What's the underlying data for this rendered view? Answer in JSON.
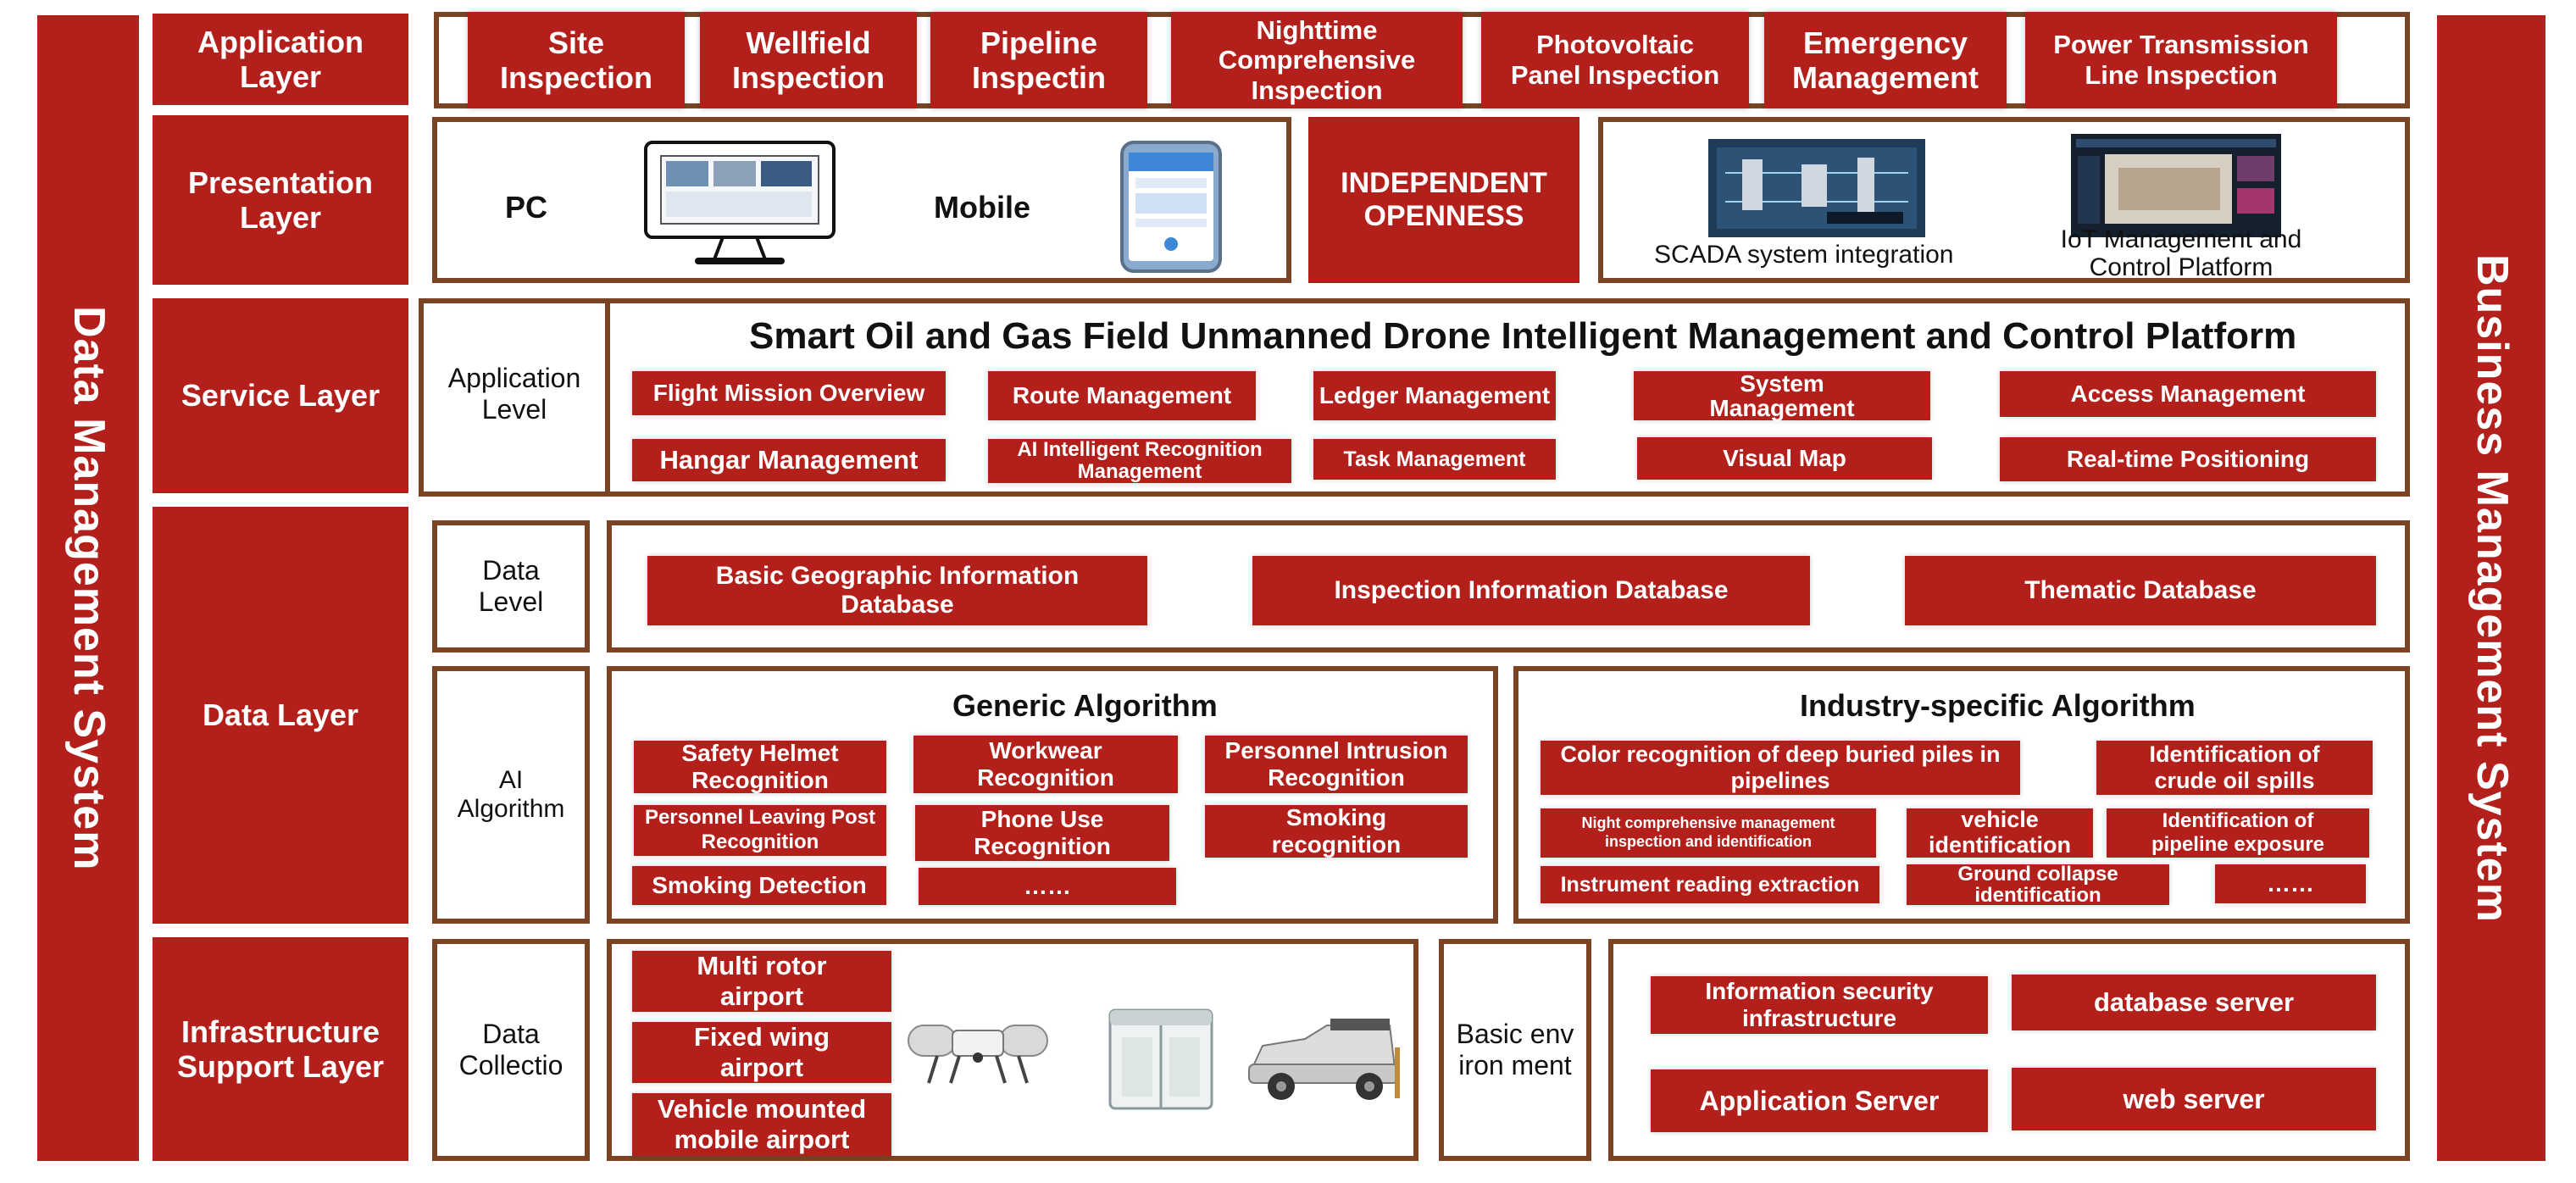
{
  "side": {
    "left": "Data Management System",
    "right": "Business Management System"
  },
  "layers": {
    "application": "Application Layer",
    "presentation": "Presentation Layer",
    "service": "Service Layer",
    "data": "Data Layer",
    "infrastructure": "Infrastructure Support Layer"
  },
  "application_items": [
    "Site Inspection",
    "Wellfield Inspection",
    "Pipeline Inspectin",
    "Nighttime Comprehensive Inspection",
    "Photovoltaic Panel Inspection",
    "Emergency Management",
    "Power Transmission Line Inspection"
  ],
  "presentation": {
    "pc": "PC",
    "mobile": "Mobile",
    "independent": "INDEPENDENT OPENNESS",
    "scada": "SCADA system integration",
    "iot": "IoT Management and Control Platform"
  },
  "service": {
    "level": "Application Level",
    "title": "Smart Oil and Gas Field Unmanned Drone Intelligent Management and Control Platform",
    "modules": [
      "Flight Mission Overview",
      "Route Management",
      "Ledger Management",
      "System Management",
      "Access Management",
      "Hangar Management",
      "AI Intelligent Recognition Management",
      "Task Management",
      "Visual Map",
      "Real-time Positioning"
    ]
  },
  "data": {
    "level": "Data Level",
    "databases": [
      "Basic Geographic Information Database",
      "Inspection Information Database",
      "Thematic Database"
    ],
    "ai_label": "AI Algorithm",
    "generic_title": "Generic Algorithm",
    "generic": [
      "Safety Helmet Recognition",
      "Workwear Recognition",
      "Personnel Intrusion Recognition",
      "Personnel Leaving Post Recognition",
      "Phone Use Recognition",
      "Smoking recognition",
      "Smoking Detection",
      "……"
    ],
    "industry_title": "Industry-specific Algorithm",
    "industry": [
      "Color recognition of deep buried piles in pipelines",
      "Identification of crude oil spills",
      "Night comprehensive management inspection and identification",
      "vehicle identification",
      "Identification of pipeline exposure",
      "Instrument reading extraction",
      "Ground collapse identification",
      "……"
    ]
  },
  "infrastructure": {
    "collection": "Data Collectio",
    "airports": [
      "Multi rotor airport",
      "Fixed wing airport",
      "Vehicle mounted mobile airport"
    ],
    "basic_env": "Basic environ ment",
    "servers": [
      "Information security infrastructure",
      "database server",
      "Application Server",
      "web server"
    ]
  }
}
